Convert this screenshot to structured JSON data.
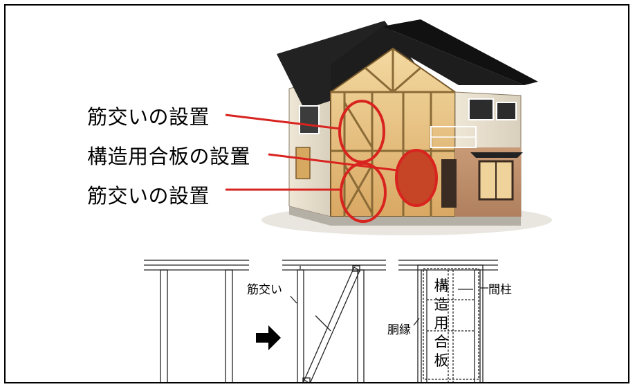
{
  "callouts": {
    "bracing_upper": "筋交いの設置",
    "structural_plywood": "構造用合板の設置",
    "bracing_lower": "筋交いの設置"
  },
  "diagram": {
    "bracing_label": "筋交い",
    "plywood_label": "構造用合板",
    "stud_label": "間柱",
    "furring_label": "胴縁"
  }
}
